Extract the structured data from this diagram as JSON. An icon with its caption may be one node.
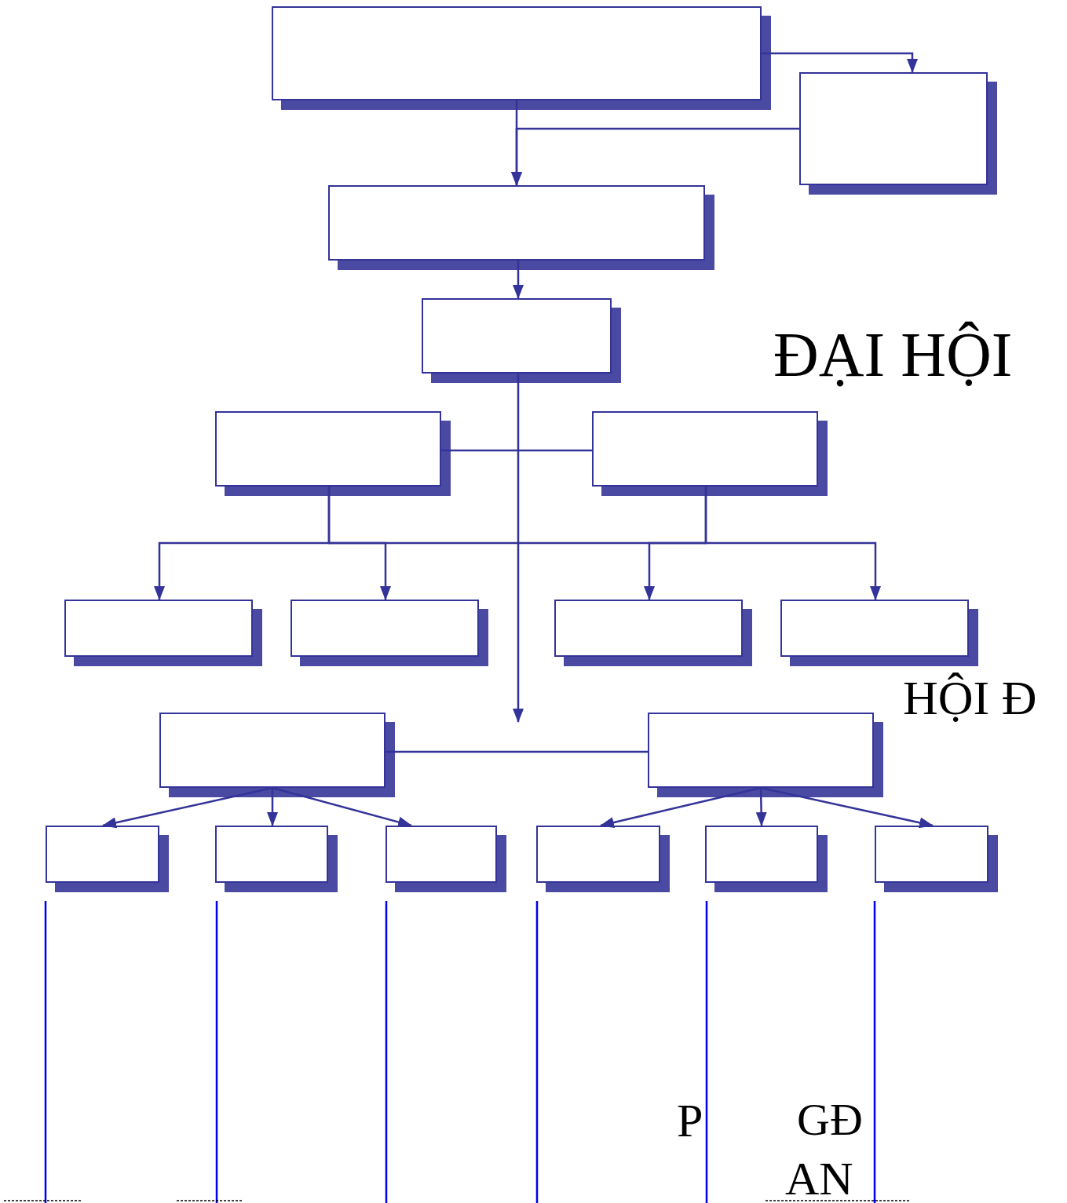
{
  "diagram": {
    "nodes": [
      {
        "text": [],
        "shape": "box"
      },
      {
        "text": [],
        "shape": "box"
      },
      {
        "text": [],
        "shape": "box"
      },
      {
        "text": [],
        "shape": "box"
      },
      {
        "text": [],
        "shape": "box"
      },
      {
        "text": [],
        "shape": "box"
      },
      {
        "text": [],
        "shape": "box"
      },
      {
        "text": [],
        "shape": "box"
      },
      {
        "text": [],
        "shape": "box"
      },
      {
        "text": [],
        "shape": "box"
      },
      {
        "text": [],
        "shape": "box"
      },
      {
        "text": [],
        "shape": "box"
      },
      {
        "text": [],
        "shape": "box"
      },
      {
        "text": [],
        "shape": "box"
      },
      {
        "text": [],
        "shape": "box"
      },
      {
        "text": [],
        "shape": "box"
      },
      {
        "text": [],
        "shape": "box"
      },
      {
        "text": [],
        "shape": "box"
      }
    ],
    "edges": [
      {
        "from": 0,
        "to": 1,
        "arrow": "to"
      },
      {
        "from": 1,
        "to": 2,
        "arrow": "to"
      },
      {
        "from": 0,
        "to": 2,
        "arrow": "to"
      },
      {
        "from": 2,
        "to": 3,
        "arrow": "to"
      },
      {
        "from": 3,
        "to": null,
        "arrow": "to"
      },
      {
        "from": 4,
        "to": 5,
        "arrow": "none"
      },
      {
        "from": 4,
        "to": 6,
        "arrow": "to"
      },
      {
        "from": 4,
        "to": 7,
        "arrow": "to"
      },
      {
        "from": 5,
        "to": 8,
        "arrow": "to"
      },
      {
        "from": 5,
        "to": 9,
        "arrow": "to"
      },
      {
        "from": 10,
        "to": 11,
        "arrow": "none"
      },
      {
        "from": 10,
        "to": 12,
        "arrow": "to"
      },
      {
        "from": 10,
        "to": 13,
        "arrow": "to"
      },
      {
        "from": 10,
        "to": 14,
        "arrow": "to"
      },
      {
        "from": 11,
        "to": 15,
        "arrow": "to"
      },
      {
        "from": 11,
        "to": 16,
        "arrow": "to"
      },
      {
        "from": 11,
        "to": 17,
        "arrow": "to"
      }
    ],
    "labels": [
      "ĐẠI HỘI",
      "HỘI Đ",
      "P",
      "GĐ",
      "AN"
    ]
  }
}
